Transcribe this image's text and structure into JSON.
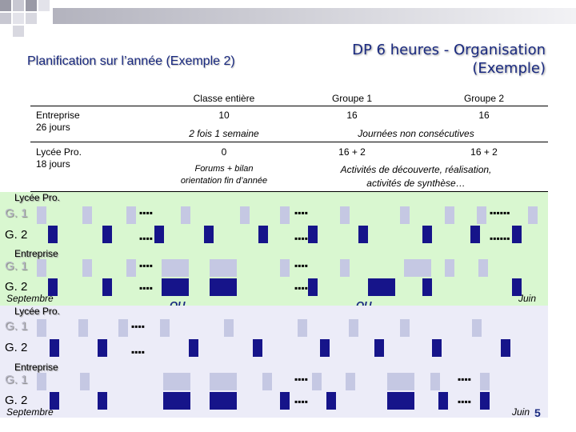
{
  "title_left": "Planification sur l’année (Exemple 2)",
  "title_right_line1": "DP 6 heures - Organisation",
  "title_right_line2": "(Exemple)",
  "table": {
    "col_classe": "Classe entière",
    "col_g1": "Groupe 1",
    "col_g2": "Groupe 2",
    "row1_label1": "Entreprise",
    "row1_label2": "26 jours",
    "row1_classe": "10",
    "row1_g1": "16",
    "row1_g2": "16",
    "row1_sub_classe": "2 fois 1 semaine",
    "row1_sub_groups": "Journées non consécutives",
    "row2_label1": "Lycée Pro.",
    "row2_label2": "18 jours",
    "row2_classe": "0",
    "row2_g1": "16 + 2",
    "row2_g2": "16 + 2",
    "row2_sub_classe_1": "Forums + bilan",
    "row2_sub_classe_2": "orientation fin d’année",
    "row2_sub_groups_1": "Activités de découverte, réalisation,",
    "row2_sub_groups_2": "activités de synthèse…"
  },
  "plan1": {
    "lycee_label": "Lycée Pro.",
    "entreprise_label": "Entreprise",
    "g1": "G. 1",
    "g2": "G. 2",
    "g1b": "G. 1",
    "g2b": "G. 2",
    "septembre": "Septembre",
    "ou1": "OU",
    "ou2": "OU",
    "juin": "Juin"
  },
  "plan2": {
    "lycee_label": "Lycée Pro.",
    "entreprise_label": "Entreprise",
    "g1": "G. 1",
    "g2": "G. 2",
    "g1b": "G. 1",
    "g2b": "G. 2",
    "septembre": "Septembre",
    "juin": "Juin"
  },
  "page_number": "5",
  "colors": {
    "green_band": "#d9f7d0",
    "lavender_band": "#ececf8",
    "light_block": "#c5c8e3",
    "dark_block": "#16148a",
    "deco_square": "#9a9aa6"
  }
}
